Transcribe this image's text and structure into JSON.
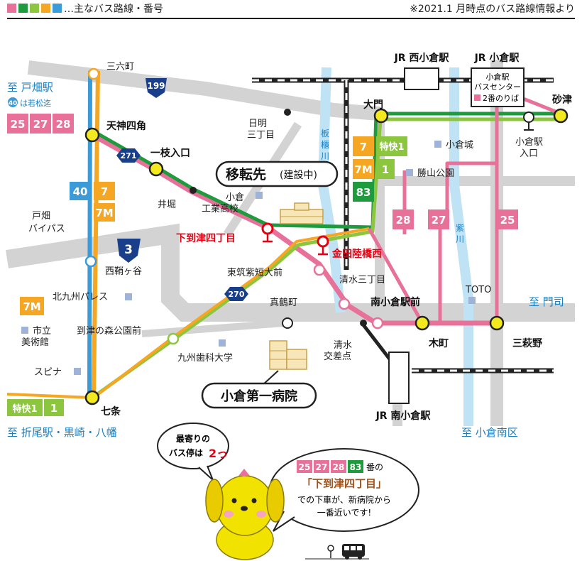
{
  "legend": {
    "colors": [
      "#e8719a",
      "#1e9b3c",
      "#8cc63f",
      "#f5a623",
      "#3a9bd8"
    ],
    "text": "…主なバス路線・番号",
    "note": "※2021.1 月時点のバス路線情報より"
  },
  "colors": {
    "pink": "#e8719a",
    "green": "#1e9b3c",
    "lime": "#8cc63f",
    "orange": "#f5a623",
    "blue": "#3a9bd8",
    "road": "#d3d3d3",
    "river": "#bfe3f5",
    "stop_fill": "#f2ea1f",
    "red": "#e60012"
  },
  "stations": {
    "jr_nishi_kokura": "JR 西小倉駅",
    "jr_kokura": "JR 小倉駅",
    "jr_minami_kokura": "JR 南小倉駅"
  },
  "bus_center": {
    "line1": "小倉駅",
    "line2": "バスセンター",
    "line3": "2番のりば"
  },
  "directions": {
    "tobata": "至 戸畑駅",
    "tobata_note_num": "40",
    "tobata_note": "は若松迄",
    "moji": "至 門司",
    "orio": "至 折尾駅・黒崎・八幡",
    "minami": "至 小倉南区"
  },
  "route_badges": {
    "tobata": [
      "25",
      "27",
      "28"
    ],
    "mid_left": [
      "40",
      "7",
      "7M"
    ],
    "kitakyushu": "7M",
    "bottom_left": [
      "特快1",
      "1"
    ],
    "daimon": [
      "7",
      "特快1",
      "7M",
      "1",
      "83"
    ],
    "pink_mid": [
      "28",
      "27",
      "25"
    ]
  },
  "road_numbers": {
    "r199": "199",
    "r3": "3",
    "r271": "271",
    "r270": "270"
  },
  "stops": {
    "sanroku": "三六町",
    "tenjin": "天神四角",
    "ichishi": "一枝入口",
    "ibori": "井堀",
    "nichome": [
      "日明",
      "三丁目"
    ],
    "shimo": "下到津四丁目",
    "kanada": "金田陸橋西",
    "nishisakugaya": "西鞘ヶ谷",
    "higashi": "東筑紫短大前",
    "shimizu3": "清水三丁目",
    "minami_mae": "南小倉駅前",
    "kimachi": "木町",
    "mihagino": "三萩野",
    "manazuru": "真鶴町",
    "koen": "到津の森公園前",
    "shimizu_kosaten": [
      "清水",
      "交差点"
    ],
    "nanajo": "七条",
    "daimon": "大門",
    "sunatsu": "砂津",
    "kokura_iriguchi": [
      "小倉駅",
      "入口"
    ]
  },
  "landmarks": {
    "kogyo": [
      "小倉",
      "工業高校"
    ],
    "kokura_jo": "小倉城",
    "katsuyama": "勝山公園",
    "toto": "TOTO",
    "palace": "北九州パレス",
    "museum": [
      "市立",
      "美術館"
    ],
    "spina": "スピナ",
    "shika": "九州歯科大学",
    "bypass": [
      "戸畑",
      "バイパス"
    ]
  },
  "rivers": {
    "itabitsu": [
      "板",
      "櫃",
      "川"
    ],
    "murasaki": [
      "紫",
      "川"
    ]
  },
  "callouts": {
    "new_site": "移転先",
    "new_site_sub": "(建設中)",
    "hospital": "小倉第一病院"
  },
  "bubbles": {
    "left_line1": "最寄りの",
    "left_line2": "バス停は",
    "left_count": "2っ",
    "right_nums": [
      "25",
      "27",
      "28",
      "83"
    ],
    "right_suffix": "番の",
    "right_stop": "「下到津四丁目」",
    "right_line3": "での下車が、新病院から",
    "right_line4": "一番近いです!"
  }
}
